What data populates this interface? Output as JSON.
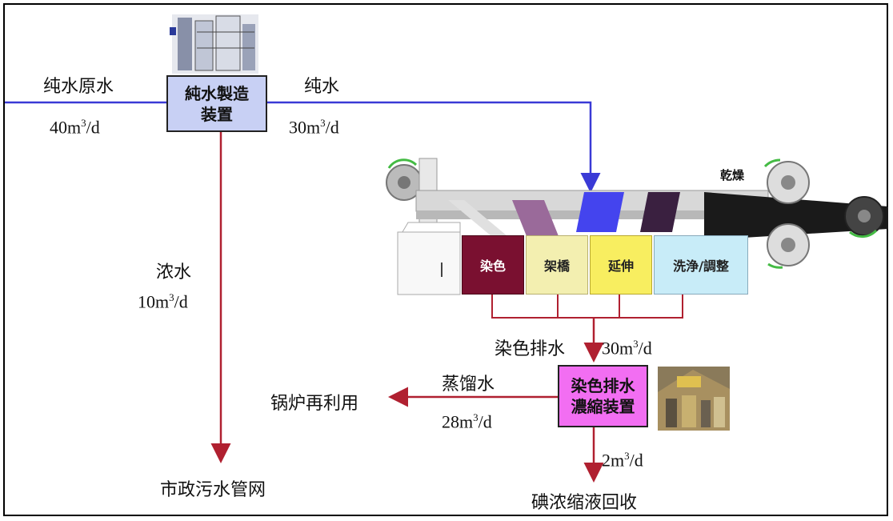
{
  "raw_water": {
    "label": "纯水原水",
    "flow": "40m",
    "unit_tail": "/d"
  },
  "pure_device": {
    "label_line1": "純水製造",
    "label_line2": "装置"
  },
  "pure_water": {
    "label": "纯水",
    "flow": "30m",
    "unit_tail": "/d"
  },
  "concentrate": {
    "label": "浓水",
    "flow": "10m",
    "unit_tail": "/d"
  },
  "municipal": {
    "label": "市政污水管网"
  },
  "process": {
    "dryer_label": "乾燥",
    "tanks": [
      "染色",
      "架橋",
      "延伸",
      "洗浄/調整"
    ]
  },
  "dye_drain": {
    "label": "染色排水",
    "flow": "30m",
    "unit_tail": "/d"
  },
  "conc_device": {
    "label_line1": "染色排水",
    "label_line2": "濃縮装置"
  },
  "distilled": {
    "label": "蒸馏水",
    "flow": "28m",
    "unit_tail": "/d"
  },
  "boiler": {
    "label": "锅炉再利用"
  },
  "iodine": {
    "flow": "2m",
    "unit_tail": "/d",
    "label": "碘浓缩液回收"
  },
  "superscript": "3",
  "colors": {
    "blue_line": "#3a3ad6",
    "red_line": "#b02030",
    "device_fill": "#c8d0f4",
    "conc_fill": "#f26ef2",
    "dye_tank": "#7a1030",
    "cross_tank": "#f3efb0",
    "stretch_tank": "#f8ee60",
    "wash_tank": "#c8ecf8"
  }
}
